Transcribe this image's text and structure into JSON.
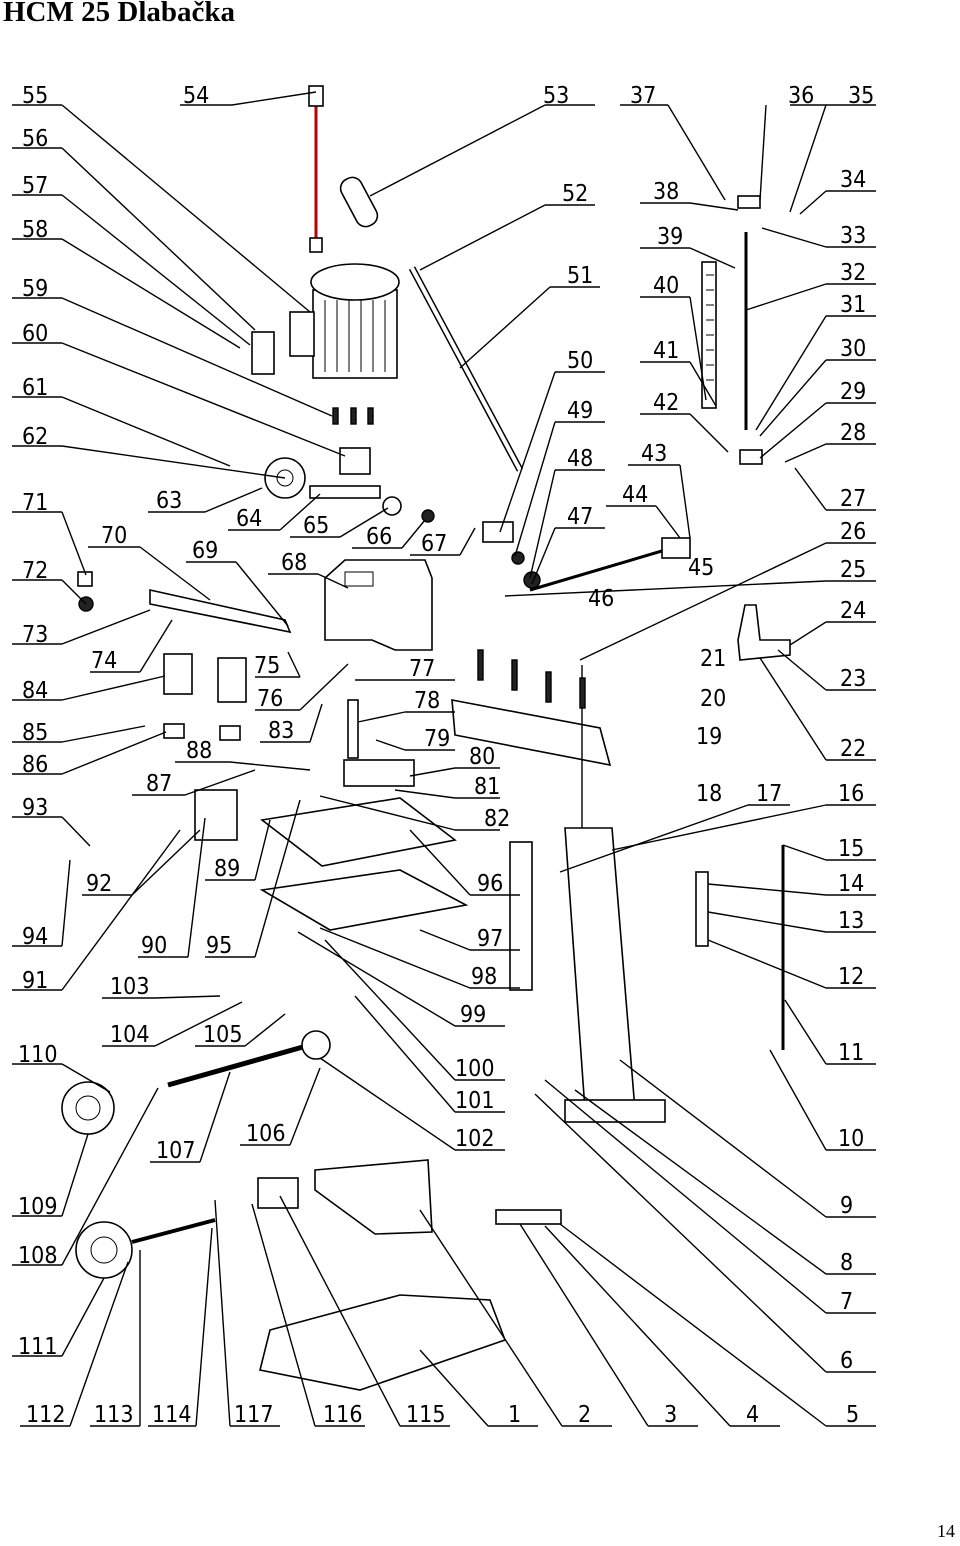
{
  "header": {
    "title": "HCM 25 Dlabačka"
  },
  "footer": {
    "page_number": "14"
  },
  "diagram": {
    "callouts": [
      "1",
      "2",
      "3",
      "4",
      "5",
      "6",
      "7",
      "8",
      "9",
      "10",
      "11",
      "12",
      "13",
      "14",
      "15",
      "16",
      "17",
      "18",
      "19",
      "20",
      "21",
      "22",
      "23",
      "24",
      "25",
      "26",
      "27",
      "28",
      "29",
      "30",
      "31",
      "32",
      "33",
      "34",
      "35",
      "36",
      "37",
      "38",
      "39",
      "40",
      "41",
      "42",
      "43",
      "44",
      "45",
      "46",
      "47",
      "48",
      "49",
      "50",
      "51",
      "52",
      "53",
      "54",
      "55",
      "56",
      "57",
      "58",
      "59",
      "60",
      "61",
      "62",
      "63",
      "64",
      "65",
      "66",
      "67",
      "68",
      "69",
      "70",
      "71",
      "72",
      "73",
      "74",
      "75",
      "76",
      "77",
      "78",
      "79",
      "80",
      "81",
      "82",
      "83",
      "84",
      "85",
      "86",
      "87",
      "88",
      "89",
      "90",
      "91",
      "92",
      "93",
      "94",
      "95",
      "96",
      "97",
      "98",
      "99",
      "100",
      "101",
      "102",
      "103",
      "104",
      "105",
      "106",
      "107",
      "108",
      "109",
      "110",
      "111",
      "112",
      "113",
      "114",
      "115",
      "116",
      "117"
    ]
  }
}
